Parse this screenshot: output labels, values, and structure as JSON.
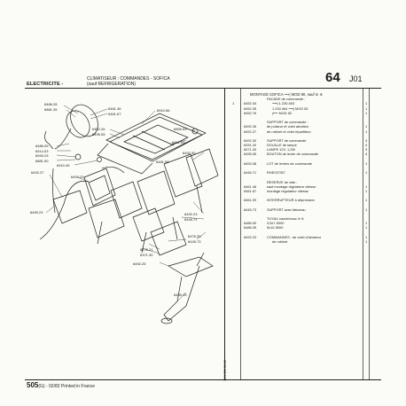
{
  "header": {
    "section": "ELECTRICITE -",
    "subtitle_line1": "CLIMATISEUR : COMMANDES - SOFICA",
    "subtitle_line2": "(sauf REFRIGERATION)",
    "page_number": "64",
    "page_code": "J01"
  },
  "list": {
    "title": "MONTAGE SOFICA ⟶| MOD 80, sauf ✲ ✲",
    "rows": [
      {
        "lm": "",
        "ref": "",
        "desc": "FACADE de commande :",
        "qty": "",
        "ind": false
      },
      {
        "lm": "1",
        "ref": "6452.34",
        "desc": "⟶| 1.230.463",
        "qty": "1",
        "ind": true
      },
      {
        "lm": "",
        "ref": "6452.35",
        "desc": "1.230.464 ⟶| MOD 82",
        "qty": "1",
        "ind": true
      },
      {
        "lm": "",
        "ref": "6452.76",
        "desc": "|⟵ MOD 82",
        "qty": "1",
        "ind": true
      },
      {
        "lm": "",
        "ref": "",
        "desc": "",
        "qty": "",
        "ind": false
      },
      {
        "lm": "",
        "ref": "",
        "desc": "SUPPORT de commande :",
        "qty": "",
        "ind": false
      },
      {
        "lm": "",
        "ref": "6492.26",
        "desc": "de pulseur et volet aération",
        "qty": "1",
        "ind": false
      },
      {
        "lm": "",
        "ref": "6492.27",
        "desc": "de robinet et volet répartiteur",
        "qty": "1",
        "ind": false
      },
      {
        "lm": "",
        "ref": "",
        "desc": "",
        "qty": "",
        "ind": false
      },
      {
        "lm": "",
        "ref": "6492.30",
        "desc": "SUPPORT de commande",
        "qty": "3",
        "ind": false
      },
      {
        "lm": "",
        "ref": "6251.20",
        "desc": "DOUILLE de lampe",
        "qty": "3",
        "ind": false
      },
      {
        "lm": "",
        "ref": "6371.30",
        "desc": "LAMPE 12V. 1,2W",
        "qty": "3",
        "ind": false
      },
      {
        "lm": "",
        "ref": "6495.05",
        "desc": "BOUTON de levier de commande",
        "qty": "4",
        "ind": false
      },
      {
        "lm": "",
        "ref": "",
        "desc": "",
        "qty": "",
        "ind": false
      },
      {
        "lm": "",
        "ref": "6493.38",
        "desc": "LOT de leviers de commande",
        "qty": "1",
        "ind": false
      },
      {
        "lm": "",
        "ref": "",
        "desc": "",
        "qty": "",
        "ind": false
      },
      {
        "lm": "",
        "ref": "6445.71",
        "desc": "RHEOSTAT",
        "qty": "1",
        "ind": false
      },
      {
        "lm": "",
        "ref": "",
        "desc": "",
        "qty": "",
        "ind": false
      },
      {
        "lm": "",
        "ref": "",
        "desc": "RESERVE de vide :",
        "qty": "",
        "ind": false
      },
      {
        "lm": "",
        "ref": "6461.46",
        "desc": "sauf montage régulateur vitesse",
        "qty": "1",
        "ind": false
      },
      {
        "lm": "",
        "ref": "6461.67",
        "desc": "montage régulateur vitesse",
        "qty": "1",
        "ind": false
      },
      {
        "lm": "",
        "ref": "",
        "desc": "",
        "qty": "",
        "ind": false
      },
      {
        "lm": "",
        "ref": "6461.09",
        "desc": "INTERRUPTEUR à dépression",
        "qty": "1",
        "ind": false
      },
      {
        "lm": "",
        "ref": "",
        "desc": "",
        "qty": "",
        "ind": false
      },
      {
        "lm": "",
        "ref": "6445.73",
        "desc": "SUPPORT avec faisceau",
        "qty": "1",
        "ind": false
      },
      {
        "lm": "",
        "ref": "",
        "desc": "",
        "qty": "",
        "ind": false
      },
      {
        "lm": "",
        "ref": "",
        "desc": "TUYAU caoutchouc ⊳⊲",
        "qty": "",
        "ind": false
      },
      {
        "lm": "",
        "ref": "6486.09",
        "desc": "3,5x7-5000",
        "qty": "1",
        "ind": false
      },
      {
        "lm": "",
        "ref": "6486.05",
        "desc": "5x10-5000",
        "qty": "1",
        "ind": false
      },
      {
        "lm": "",
        "ref": "",
        "desc": "",
        "qty": "",
        "ind": false
      },
      {
        "lm": "",
        "ref": "6492.23",
        "desc": "COMMANDES : de volet d'aérateur",
        "qty": "1",
        "ind": false
      },
      {
        "lm": "",
        "ref": "",
        "desc": "de robinet",
        "qty": "1",
        "ind": true
      }
    ]
  },
  "labels": [
    {
      "id": "l1",
      "text": "6486.28"
    },
    {
      "id": "l2",
      "text": "6881.35"
    },
    {
      "id": "l3",
      "text": "6461.46"
    },
    {
      "id": "l4",
      "text": "6461.67"
    },
    {
      "id": "l5",
      "text": "6910.66"
    },
    {
      "id": "l6",
      "text": "6492.26"
    },
    {
      "id": "l7",
      "text": "6495.05"
    },
    {
      "id": "l8",
      "text": "6855.53"
    },
    {
      "id": "l9",
      "text": "6486.09"
    },
    {
      "id": "l10",
      "text": "6914.03"
    },
    {
      "id": "l11",
      "text": "6949.23"
    },
    {
      "id": "l12",
      "text": "6881.50"
    },
    {
      "id": "l13",
      "text": "6910.49"
    },
    {
      "id": "l14",
      "text": "6461.09"
    },
    {
      "id": "l15",
      "text": "6481.58"
    },
    {
      "id": "l16",
      "text": "6492.30"
    },
    {
      "id": "l17",
      "text": "6493.23"
    },
    {
      "id": "l18",
      "text": "6492.27"
    },
    {
      "id": "l19",
      "text": "6490.23"
    },
    {
      "id": "l20",
      "text": "6492.23"
    },
    {
      "id": "l21",
      "text": "6445.71"
    },
    {
      "id": "l22",
      "text": "6476.33"
    },
    {
      "id": "l23",
      "text": "6445.73"
    },
    {
      "id": "l24",
      "text": "6476.21"
    },
    {
      "id": "l25",
      "text": "6371.30"
    },
    {
      "id": "l26",
      "text": "6492.25"
    },
    {
      "id": "l27",
      "text": "6499.25"
    }
  ],
  "footer": {
    "model": "505",
    "text": "(G) - 02/82 Printed in France"
  },
  "side_code": "11/N   505   30.00"
}
